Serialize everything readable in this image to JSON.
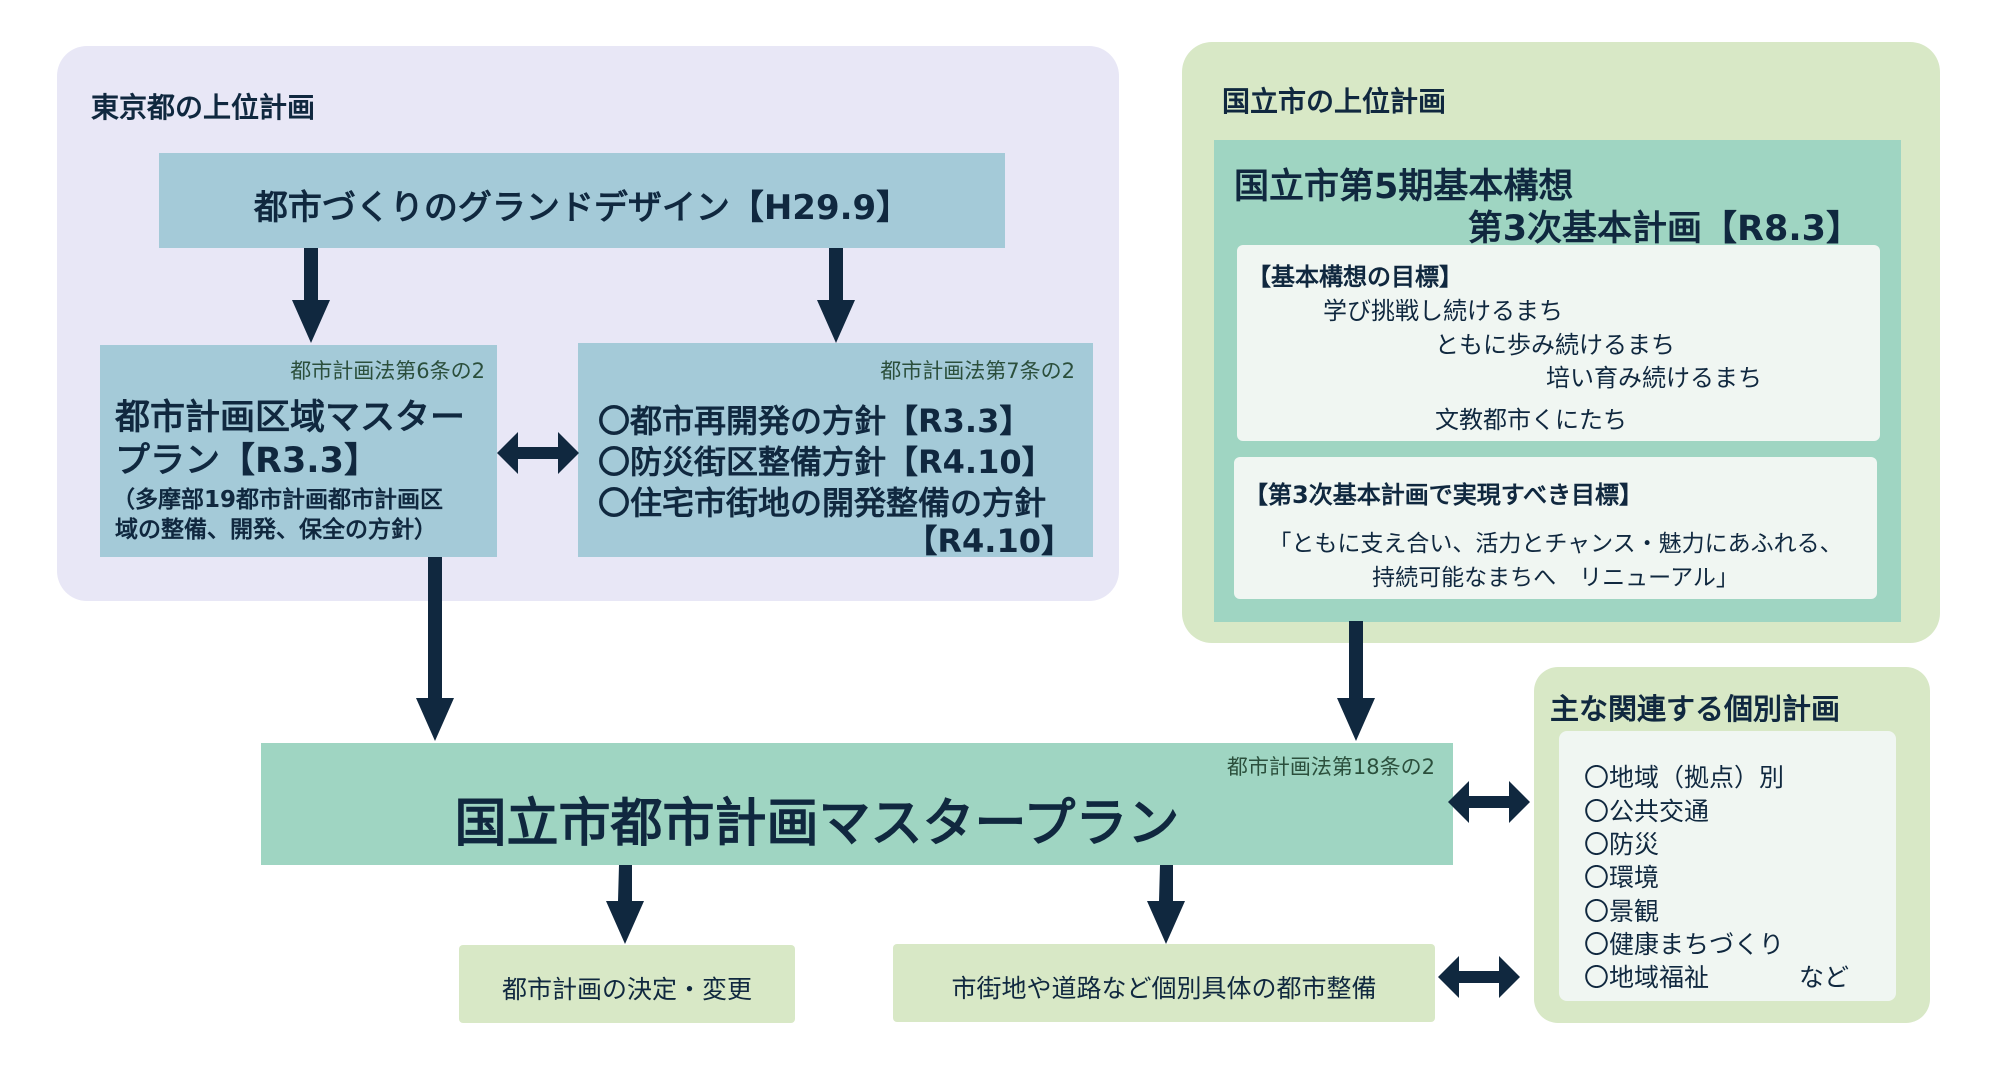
{
  "tokyo_panel": {
    "title": "東京都の上位計画",
    "grand_design": "都市づくりのグランドデザイン【H29.9】",
    "area_masterplan": {
      "law": "都市計画法第6条の2",
      "title_line1": "都市計画区域マスター",
      "title_line2": "プラン【R3.3】",
      "note_line1": "（多摩部19都市計画都市計画区",
      "note_line2": "域の整備、開発、保全の方針）"
    },
    "policies": {
      "law": "都市計画法第7条の2",
      "items": [
        "〇都市再開発の方針【R3.3】",
        "〇防災街区整備方針【R4.10】",
        "〇住宅市街地の開発整備の方針"
      ],
      "last_item_date": "【R4.10】"
    }
  },
  "kunitachi_panel": {
    "title": "国立市の上位計画",
    "plan_title_line1": "国立市第5期基本構想",
    "plan_title_line2": "第3次基本計画【R8.3】",
    "vision": {
      "header": "【基本構想の目標】",
      "lines": [
        "学び挑戦し続けるまち",
        "ともに歩み続けるまち",
        "培い育み続けるまち",
        "文教都市くにたち"
      ]
    },
    "goal": {
      "header": "【第3次基本計画で実現すべき目標】",
      "line1": "「ともに支え合い、活力とチャンス・魅力にあふれる、",
      "line2": "持続可能なまちへ　リニューアル」"
    }
  },
  "master_plan": {
    "law": "都市計画法第18条の2",
    "title": "国立市都市計画マスタープラン"
  },
  "outputs": {
    "decision": "都市計画の決定・変更",
    "development": "市街地や道路など個別具体の都市整備"
  },
  "related_panel": {
    "title": "主な関連する個別計画",
    "items": [
      "〇地域（拠点）別",
      "〇公共交通",
      "〇防災",
      "〇環境",
      "〇景観",
      "〇健康まちづくり",
      "〇地域福祉"
    ],
    "etc": "など"
  },
  "colors": {
    "tokyo_bg": "#e8e7f6",
    "kunitachi_bg": "#d8e8c6",
    "blue_box": "#a4cad8",
    "teal_box": "#9fd5c2",
    "white_box": "#f0f6f2",
    "arrow": "#10283f"
  }
}
